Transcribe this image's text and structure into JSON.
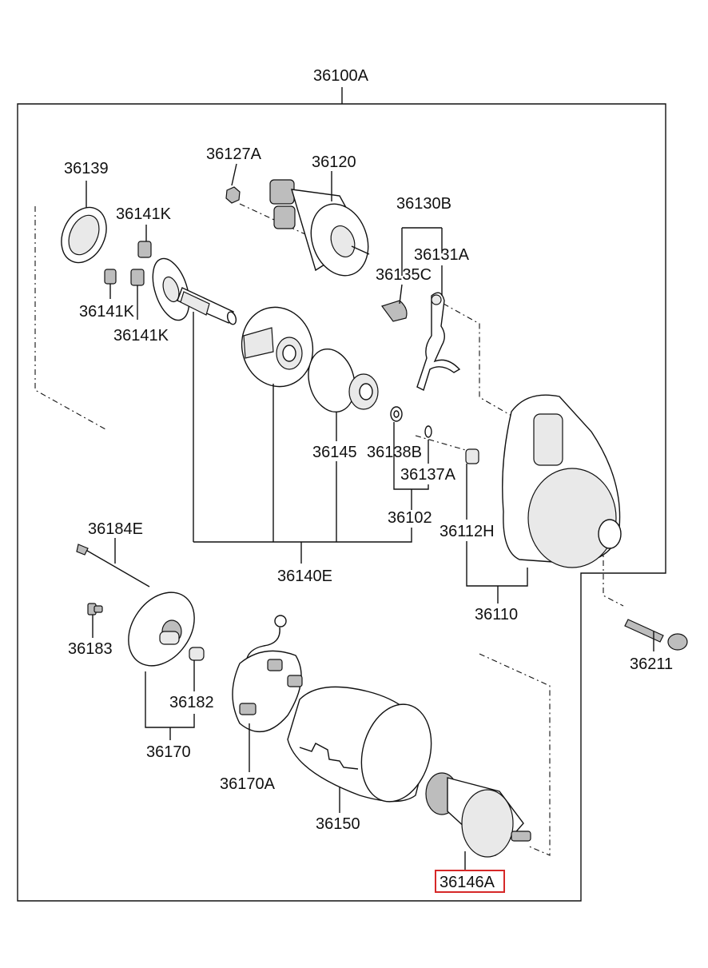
{
  "diagram": {
    "assembly_label": "36100A",
    "highlight_color": "#d62828",
    "labels": {
      "p36139": "36139",
      "p36127A": "36127A",
      "p36120": "36120",
      "p36141K_top": "36141K",
      "p36141K_mid": "36141K",
      "p36141K_bot": "36141K",
      "p36130B": "36130B",
      "p36131A": "36131A",
      "p36135C": "36135C",
      "p36145": "36145",
      "p36138B": "36138B",
      "p36137A": "36137A",
      "p36102": "36102",
      "p36112H": "36112H",
      "p36140E": "36140E",
      "p36110": "36110",
      "p36184E": "36184E",
      "p36183": "36183",
      "p36182": "36182",
      "p36170": "36170",
      "p36170A": "36170A",
      "p36150": "36150",
      "p36211": "36211",
      "p36146A": "36146A"
    }
  }
}
